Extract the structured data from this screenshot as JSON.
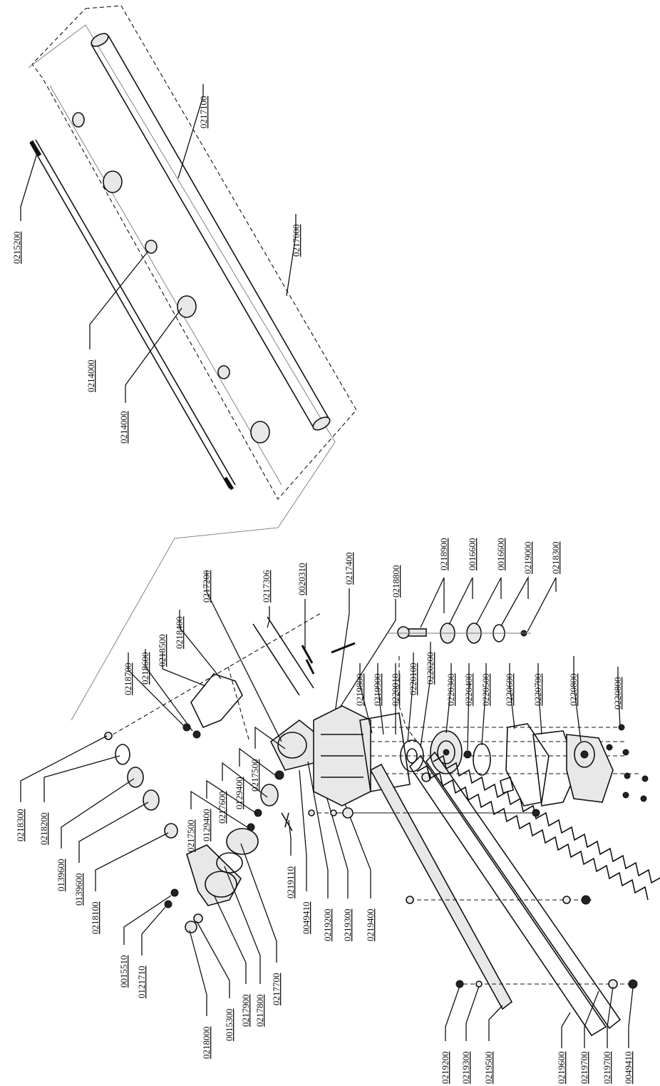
{
  "labels": {
    "l0215200": "0215200",
    "l0217100": "0217100",
    "l0217000": "0217000",
    "l0214000a": "0214000",
    "l0214000b": "0214000",
    "l0217306": "0217306",
    "l0020310": "0020310",
    "l0217400": "0217400",
    "l0218800": "0218800",
    "l0218900": "0218900",
    "l0016600a": "0016600",
    "l0016600b": "0016600",
    "l0219000": "0219000",
    "l0218300b": "0218300",
    "l0217200": "0217200",
    "l0218400": "0218400",
    "l0218500": "0218500",
    "l0218600": "0218600",
    "l0218700": "0218700",
    "l0218300a": "0218300",
    "l0218200": "0218200",
    "l0139600a": "0139600",
    "l0139600b": "0139600",
    "l0218100": "0218100",
    "l0015510": "0015510",
    "l0121710": "0121710",
    "l0218000": "0218000",
    "l0015300": "0015300",
    "l0217900": "0217900",
    "l0217800": "0217800",
    "l0217700": "0217700",
    "l0217500a": "0217500",
    "l0129400a": "0129400",
    "l0217600": "0217600",
    "l0129400b": "0129400",
    "l0217500b": "0217500",
    "l0219110": "0219110",
    "l0049410a": "0049410",
    "l0219200a": "0219200",
    "l0219300a": "0219300",
    "l0219400": "0219400",
    "l0219800": "0219800",
    "l0219900": "0219900",
    "l0220010": "0220010",
    "l0220100": "0220100",
    "l0220200": "0220200",
    "l0220300": "0220300",
    "l0220400": "0220400",
    "l0220500": "0220500",
    "l0220600": "0220600",
    "l0220700": "0220700",
    "l0220800": "0220800",
    "l0219200b": "0219200",
    "l0219300b": "0219300",
    "l0219500": "0219500",
    "l0219600": "0219600",
    "l0219700a": "0219700",
    "l0219700b": "0219700",
    "l0049410b": "0049410"
  }
}
